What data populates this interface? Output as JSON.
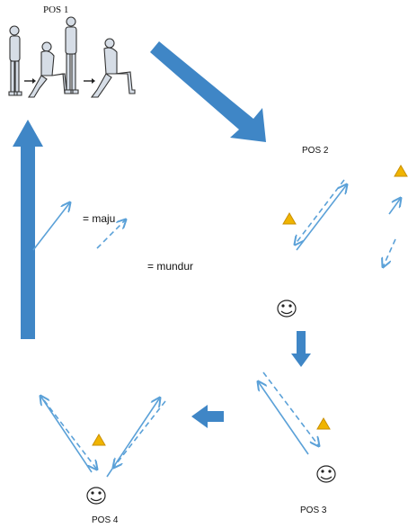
{
  "labels": {
    "pos1": "POS 1",
    "pos2": "POS 2",
    "pos3": "POS 3",
    "pos4": "POS 4"
  },
  "legend": {
    "maju": "= maju",
    "mundur": "= mundur"
  },
  "colors": {
    "big_arrow": "#3f86c6",
    "thin_arrow": "#5ba1d8",
    "cone": "#f0b400",
    "cone_outline": "#c98f00",
    "smiley": "#222222"
  },
  "icons": [
    "lunge-exercise-illustration",
    "smiley-face-icon",
    "cone-icon",
    "arrow-icon"
  ]
}
